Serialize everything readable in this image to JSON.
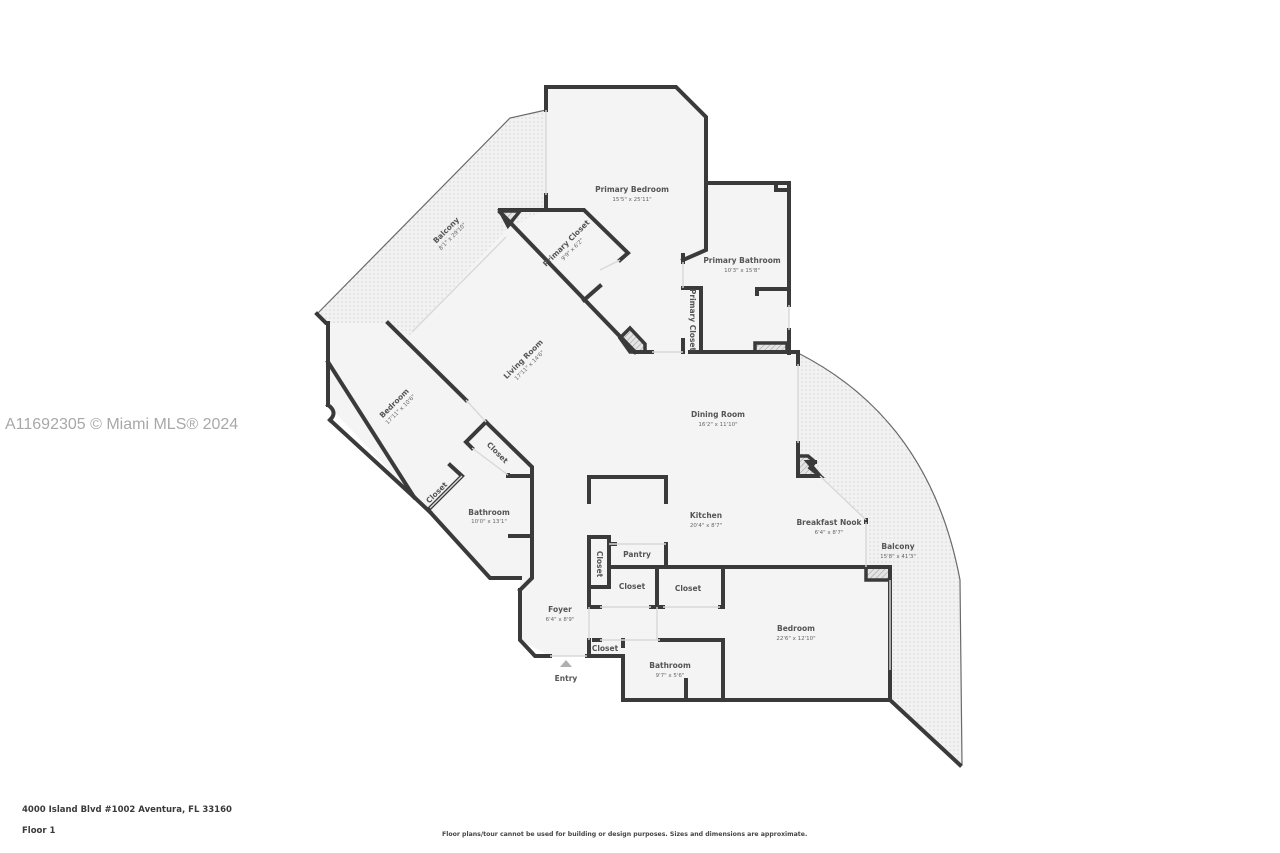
{
  "watermark": "A11692305 © Miami MLS® 2024",
  "footer": {
    "address": "4000 Island Blvd #1002 Aventura, FL 33160",
    "floor": "Floor 1",
    "disclaimer": "Floor plans/tour cannot be used for building or design purposes. Sizes and dimensions are approximate."
  },
  "colors": {
    "wall": "#3a3a3a",
    "floor": "#f4f4f4",
    "label": "#555555",
    "watermark": "#a8a8a8"
  },
  "rooms": {
    "primary_bedroom": {
      "name": "Primary Bedroom",
      "dims": "15'5\" x 25'11\""
    },
    "primary_bathroom": {
      "name": "Primary Bathroom",
      "dims": "10'3\" x 15'8\""
    },
    "primary_closet_a": {
      "name": "Primary Closet",
      "dims": "9'9\" x 6'2\""
    },
    "primary_closet_b": {
      "name": "Primary Closet"
    },
    "balcony_nw": {
      "name": "Balcony",
      "dims": "8'1\" x 29'10\""
    },
    "living_room": {
      "name": "Living Room",
      "dims": "17'11\" x 14'6\""
    },
    "bedroom_w": {
      "name": "Bedroom",
      "dims": "17'11\" x 10'6\""
    },
    "closet_w1": {
      "name": "Closet"
    },
    "closet_w2": {
      "name": "Closet"
    },
    "bathroom_w": {
      "name": "Bathroom",
      "dims": "10'0\" x 13'1\""
    },
    "dining_room": {
      "name": "Dining Room",
      "dims": "16'2\" x 11'10\""
    },
    "kitchen": {
      "name": "Kitchen",
      "dims": "20'4\" x 8'7\""
    },
    "breakfast_nook": {
      "name": "Breakfast Nook",
      "dims": "6'4\" x 8'7\""
    },
    "balcony_e": {
      "name": "Balcony",
      "dims": "15'8\" x 41'3\""
    },
    "pantry": {
      "name": "Pantry"
    },
    "closet_v": {
      "name": "Closet"
    },
    "closet_c1": {
      "name": "Closet"
    },
    "closet_c2": {
      "name": "Closet"
    },
    "foyer": {
      "name": "Foyer",
      "dims": "6'4\" x 8'9\""
    },
    "closet_foyer": {
      "name": "Closet"
    },
    "bathroom_s": {
      "name": "Bathroom",
      "dims": "9'7\" x 5'6\""
    },
    "bedroom_se": {
      "name": "Bedroom",
      "dims": "22'6\" x 12'10\""
    }
  },
  "entry": {
    "label": "Entry",
    "icon": "triangle-up-icon"
  }
}
